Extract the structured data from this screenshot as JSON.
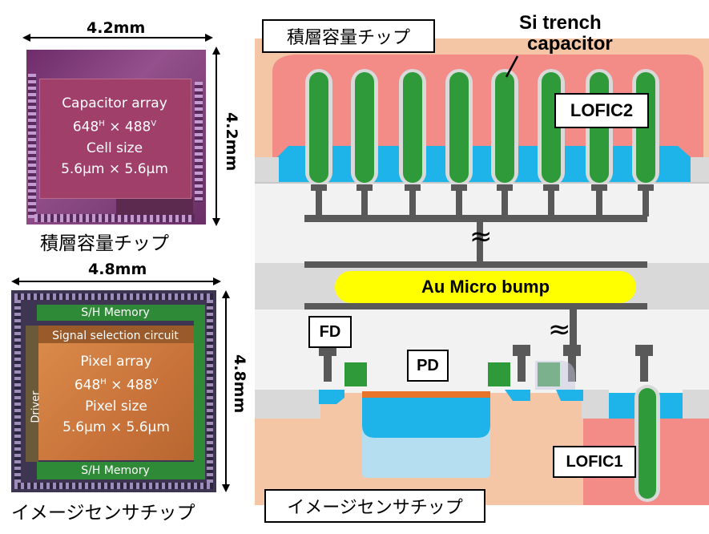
{
  "top_chip": {
    "width_dim": "4.2mm",
    "height_dim": "4.2mm",
    "line1": "Capacitor array",
    "line2_a": "648",
    "line2_sup_a": "H",
    "line2_x": " × ",
    "line2_b": "488",
    "line2_sup_b": "V",
    "line3": "Cell size",
    "line4": "5.6μm × 5.6μm",
    "caption": "積層容量チップ"
  },
  "bottom_chip": {
    "width_dim": "4.8mm",
    "height_dim": "4.8mm",
    "sh_memory_top": "S/H Memory",
    "signal_selection": "Signal selection circuit",
    "pixel_line1": "Pixel array",
    "pixel_line2_a": "648",
    "pixel_line2_sup_a": "H",
    "pixel_line2_x": " × ",
    "pixel_line2_b": "488",
    "pixel_line2_sup_b": "V",
    "pixel_line3": "Pixel size",
    "pixel_line4": "5.6μm × 5.6μm",
    "driver": "Driver",
    "sh_memory_bottom": "S/H Memory",
    "caption": "イメージセンサチップ"
  },
  "cross_section": {
    "stack_chip_label": "積層容量チップ",
    "trench_label_1": "Si trench",
    "trench_label_2": "capacitor",
    "lofic2": "LOFIC2",
    "micro_bump": "Au Micro bump",
    "fd": "FD",
    "pd": "PD",
    "lofic1": "LOFIC1",
    "sensor_chip_label": "イメージセンサチップ",
    "break_symbol": "≈"
  },
  "colors": {
    "upper_substrate": "#f4c6a6",
    "capacitor_region": "#f38b86",
    "trench": "#2f9a3a",
    "blue_region": "#1eb4ea",
    "gray_layer": "#d9d9d9",
    "bump": "#ffff00",
    "wire": "#595959",
    "pd_light": "#b5dff0",
    "orange_strip": "#e8732a"
  }
}
